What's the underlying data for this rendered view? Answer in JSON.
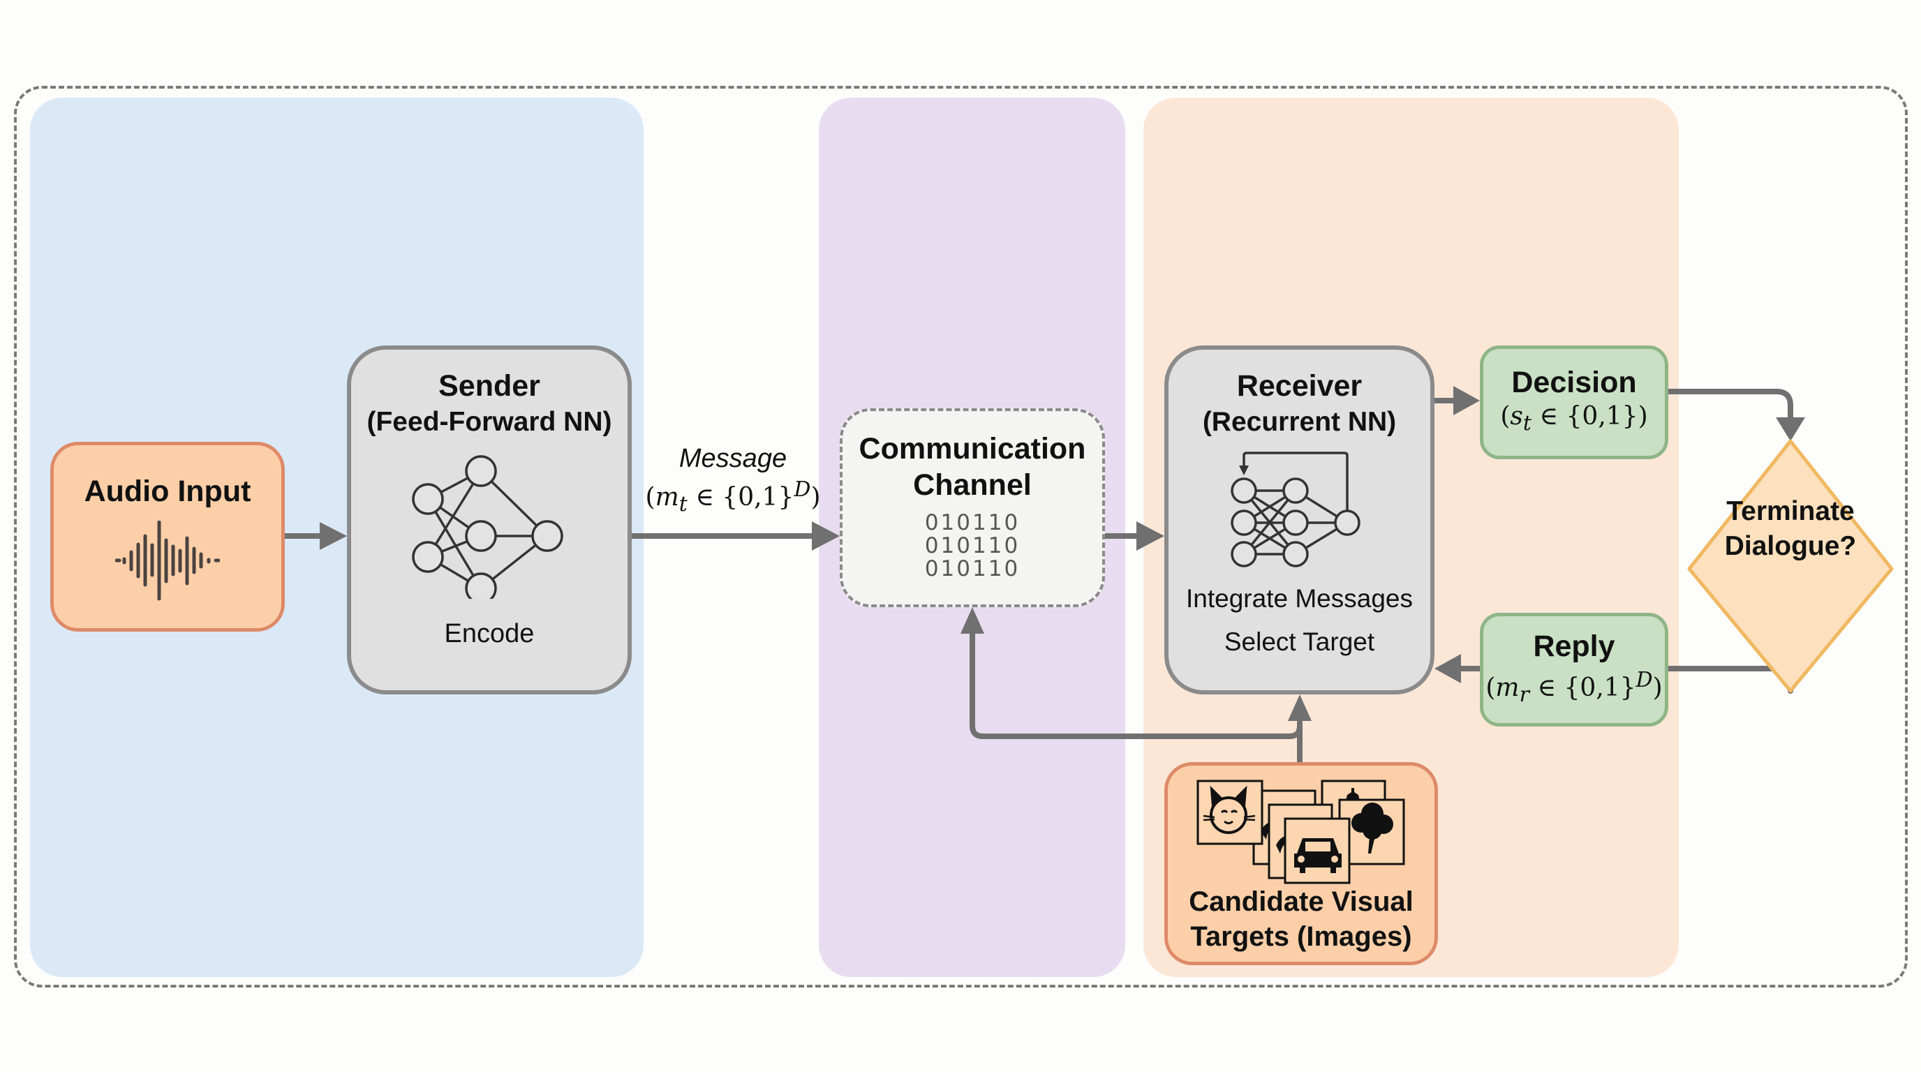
{
  "diagram": {
    "regions": [
      {
        "name": "sender-region",
        "color": "#dbe9f7"
      },
      {
        "name": "channel-region",
        "color": "#e8ddf0"
      },
      {
        "name": "receiver-region",
        "color": "#fce7d7"
      }
    ],
    "audio_input": {
      "title": "Audio Input",
      "icon": "waveform-icon"
    },
    "sender": {
      "title": "Sender",
      "subtitle": "(Feed-Forward NN)",
      "caption": "Encode",
      "icon": "feed-forward-network-icon"
    },
    "message_edge": {
      "label": "Message",
      "math_open": "(",
      "var": "m",
      "sub": "t",
      "set": " ∈ {0,1}",
      "sup": "D",
      "math_close": ")"
    },
    "channel": {
      "title_line1": "Communication",
      "title_line2": "Channel",
      "bits": [
        "010110",
        "010110",
        "010110"
      ]
    },
    "receiver": {
      "title": "Receiver",
      "subtitle": "(Recurrent NN)",
      "caption_line1": "Integrate Messages",
      "caption_line2": "Select Target",
      "icon": "recurrent-network-icon"
    },
    "decision": {
      "title": "Decision",
      "math_open": "(",
      "var": "s",
      "sub": "t",
      "set": " ∈ {0,1})"
    },
    "terminate": {
      "line1": "Terminate",
      "line2": "Dialogue?"
    },
    "reply": {
      "title": "Reply",
      "math_open": "(",
      "var": "m",
      "sub": "r",
      "set": " ∈ {0,1}",
      "sup": "D",
      "math_close": ")"
    },
    "candidates": {
      "line1": "Candidate Visual",
      "line2": "Targets (Images)",
      "images": [
        "cat-image",
        "bird-image",
        "bird-image-2",
        "car-image",
        "house-image",
        "tree-image"
      ]
    },
    "colors": {
      "arrow": "#707070",
      "orange_fill": "#fccfa8",
      "orange_border": "#de8a68",
      "green_fill": "#c9e0c4",
      "green_border": "#8fb586",
      "gray_fill": "#e0e0e0",
      "gray_border": "#8b8b8b",
      "diamond_fill": "#fde0bd",
      "diamond_border": "#f0b860"
    }
  }
}
